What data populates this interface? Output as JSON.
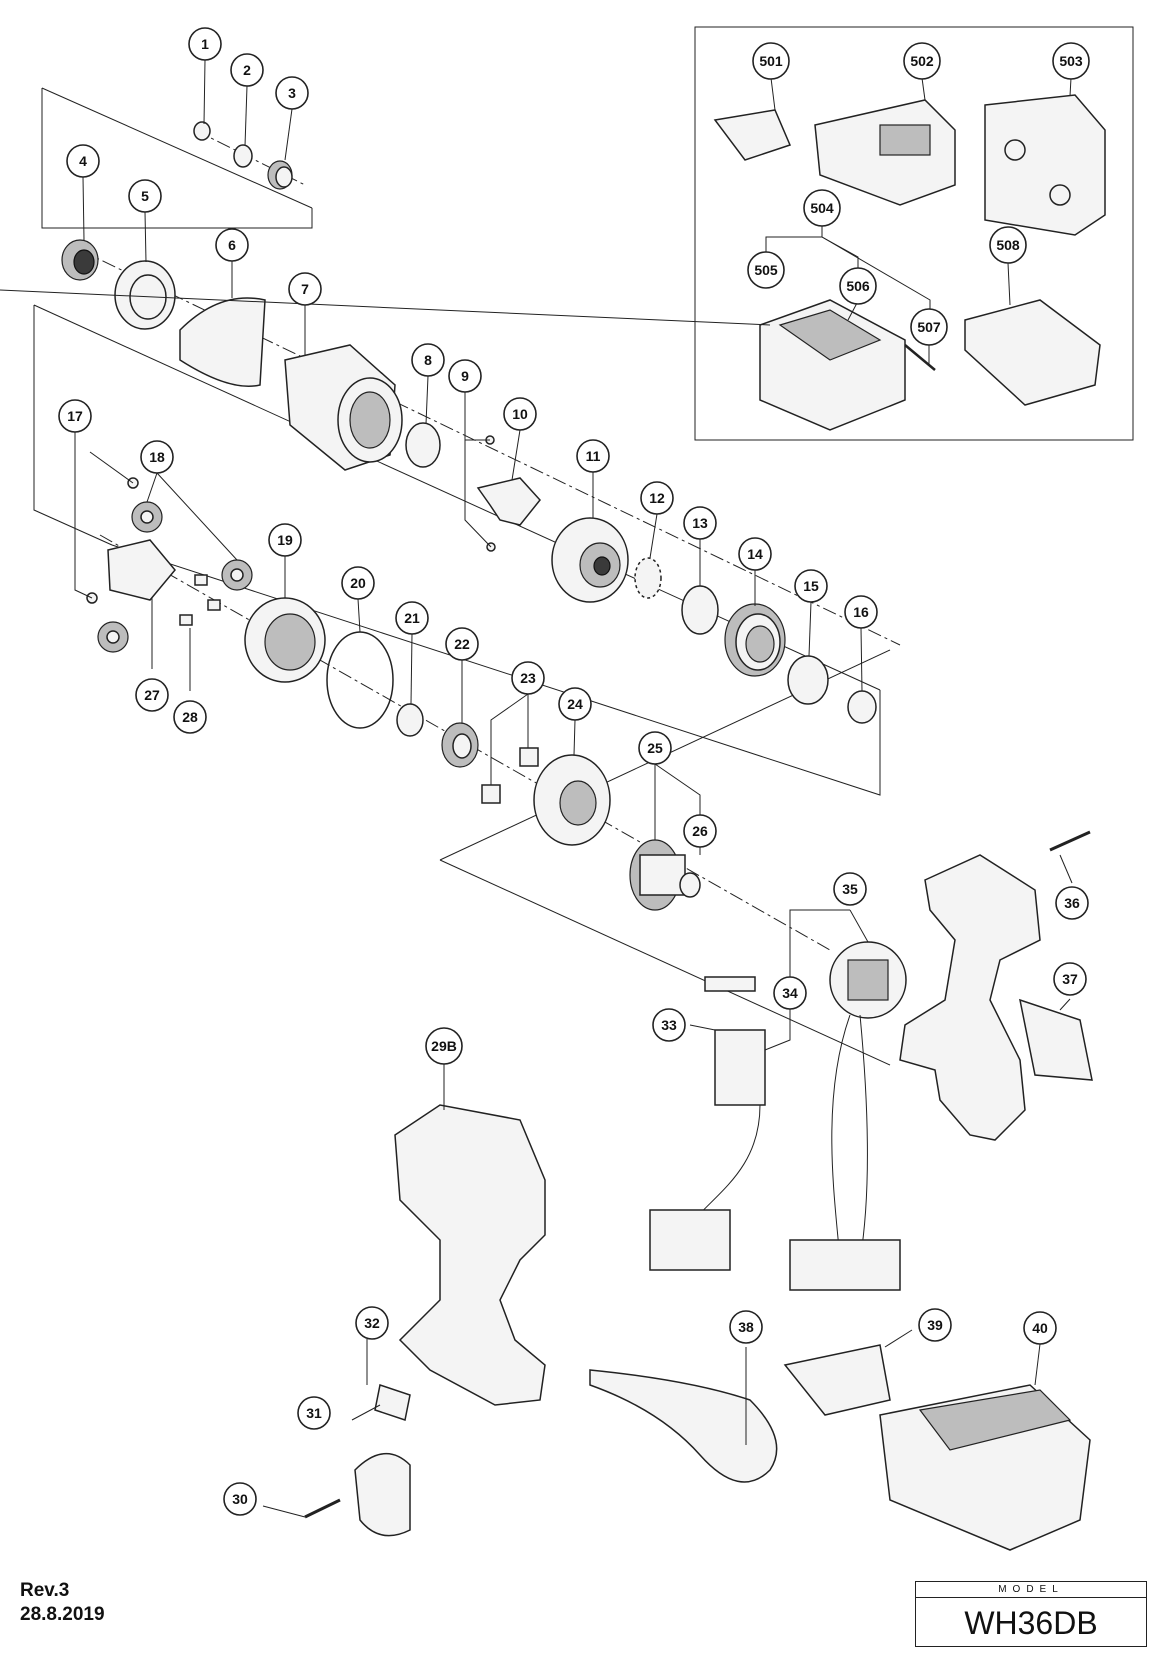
{
  "diagram": {
    "callouts": [
      "1",
      "2",
      "3",
      "4",
      "5",
      "6",
      "7",
      "8",
      "9",
      "10",
      "11",
      "12",
      "13",
      "14",
      "15",
      "16",
      "17",
      "18",
      "19",
      "20",
      "21",
      "22",
      "23",
      "24",
      "25",
      "26",
      "27",
      "28",
      "29B",
      "30",
      "31",
      "32",
      "33",
      "34",
      "35",
      "36",
      "37",
      "38",
      "39",
      "40",
      "501",
      "502",
      "503",
      "504",
      "505",
      "506",
      "507",
      "508"
    ]
  },
  "footer": {
    "revision": "Rev.3",
    "date": "28.8.2019",
    "model_label": "MODEL",
    "model_name": "WH36DB"
  }
}
